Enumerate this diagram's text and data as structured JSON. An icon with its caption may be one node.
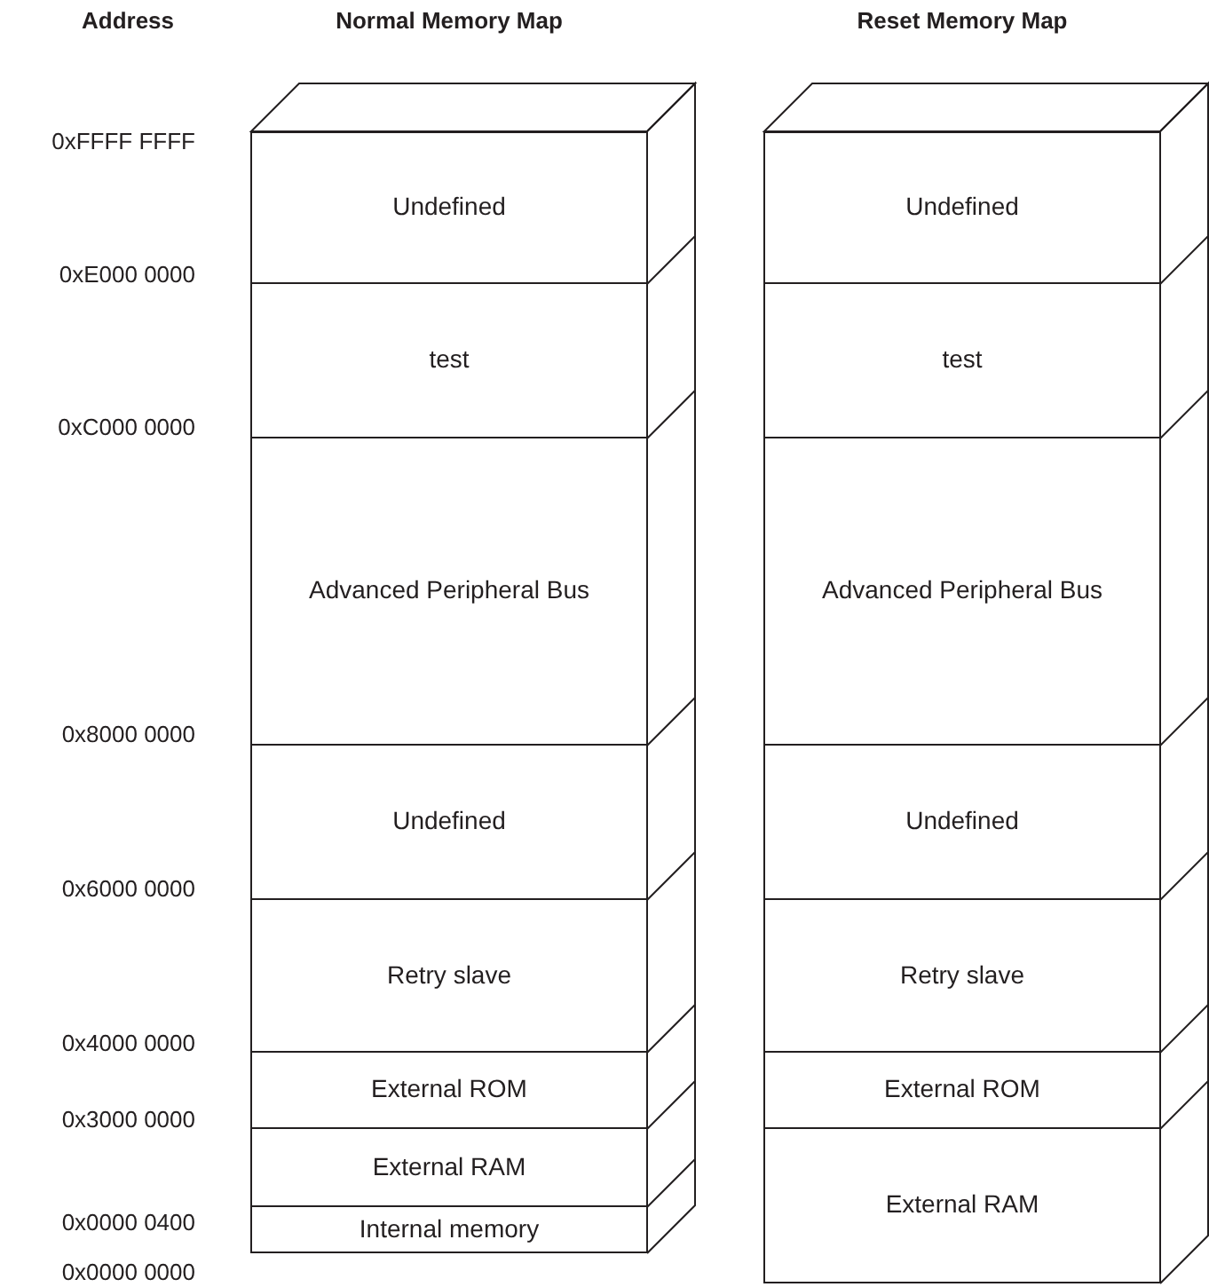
{
  "diagram": {
    "nodes": [
      {
        "text": [
          "Undefined"
        ]
      },
      {
        "text": [
          "test"
        ]
      },
      {
        "text": [
          "Advanced Peripheral Bus"
        ]
      },
      {
        "text": [
          "Undefined"
        ]
      },
      {
        "text": [
          "Retry slave"
        ]
      },
      {
        "text": [
          "External ROM"
        ]
      },
      {
        "text": [
          "External RAM"
        ]
      },
      {
        "text": [
          "Internal memory"
        ]
      },
      {
        "text": [
          "Undefined"
        ]
      },
      {
        "text": [
          "test"
        ]
      },
      {
        "text": [
          "Advanced Peripheral Bus"
        ]
      },
      {
        "text": [
          "Undefined"
        ]
      },
      {
        "text": [
          "Retry slave"
        ]
      },
      {
        "text": [
          "External ROM"
        ]
      },
      {
        "text": [
          "External RAM"
        ]
      }
    ],
    "labels": [
      "Address",
      "Normal Memory Map",
      "Reset Memory Map",
      "0xFFFF FFFF",
      "0xE000 0000",
      "0xC000 0000",
      "0x8000 0000",
      "0x6000 0000",
      "0x4000 0000",
      "0x3000 0000",
      "0x0000 0400",
      "0x0000 0000"
    ]
  }
}
